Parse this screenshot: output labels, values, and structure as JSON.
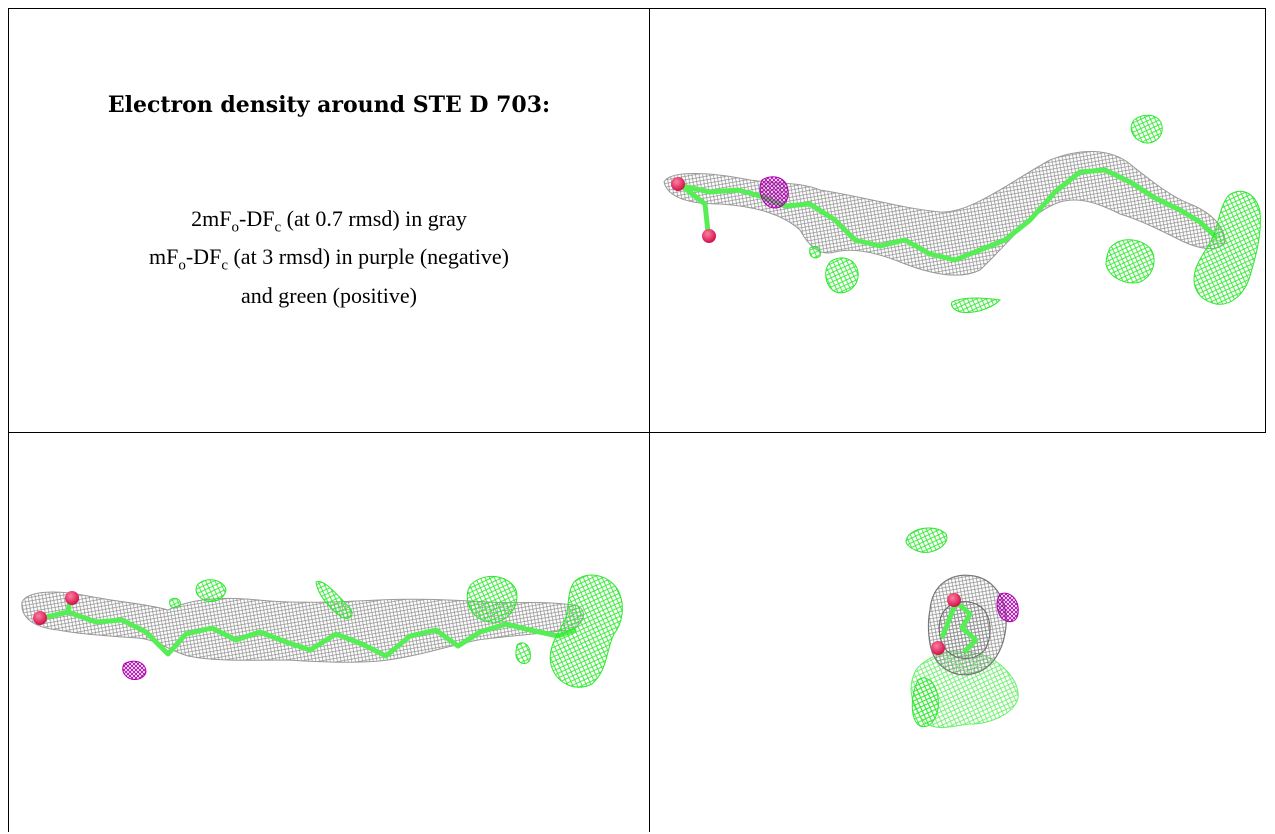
{
  "title": "Electron density around STE D 703:",
  "legend": {
    "line1": {
      "pre": "2mF",
      "sub1": "o",
      "mid": "-DF",
      "sub2": "c",
      "post": " (at 0.7 rmsd) in gray"
    },
    "line2": {
      "pre": "mF",
      "sub1": "o",
      "mid": "-DF",
      "sub2": "c",
      "post": " (at 3 rmsd) in purple (negative)"
    },
    "line3": "and green (positive)"
  },
  "colors": {
    "mesh_gray": "#8c8c8c",
    "mesh_green": "#2ee82e",
    "mesh_purple": "#b000b0",
    "ligand_carbon": "#55ee55",
    "oxygen": "#e8245c"
  },
  "views": [
    {
      "name": "top-right-view"
    },
    {
      "name": "bottom-left-view"
    },
    {
      "name": "bottom-right-view"
    }
  ]
}
